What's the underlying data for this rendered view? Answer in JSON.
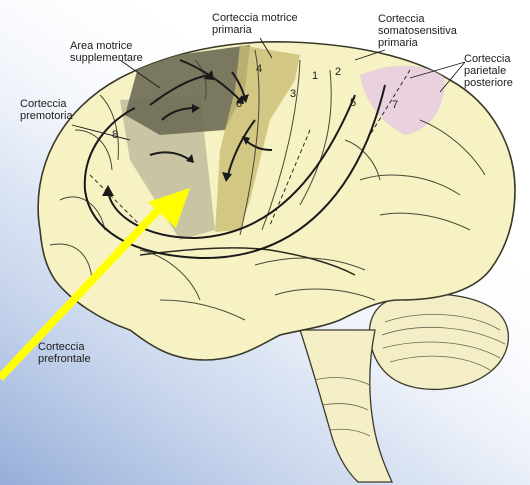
{
  "labels": {
    "primary_motor": "Corteccia motrice\nprimaria",
    "supplementary_motor": "Area motrice\nsupplementare",
    "somatosensory": "Corteccia\nsomatosensitiva\nprimaria",
    "posterior_parietal": "Corteccia\nparietale\nposteriore",
    "premotor": "Corteccia\npremotoria",
    "prefrontal": "Corteccia\nprefrontale"
  },
  "area_numbers": {
    "a1": "1",
    "a2": "2",
    "a3": "3",
    "a4": "4",
    "a5": "5",
    "a6": "6",
    "a7": "7",
    "a8": "8"
  },
  "colors": {
    "brain_fill": "#f6f2c4",
    "brain_outline": "#3a3a2a",
    "supplementary_motor_shade": "#6e6a55",
    "primary_motor_shade": "#c9bd74",
    "premotor_shade": "#a8a48a",
    "parietal_shade": "#e6cde3",
    "pointer_arrow": "#ffff00",
    "background_gradient": "#9bb4dc"
  }
}
